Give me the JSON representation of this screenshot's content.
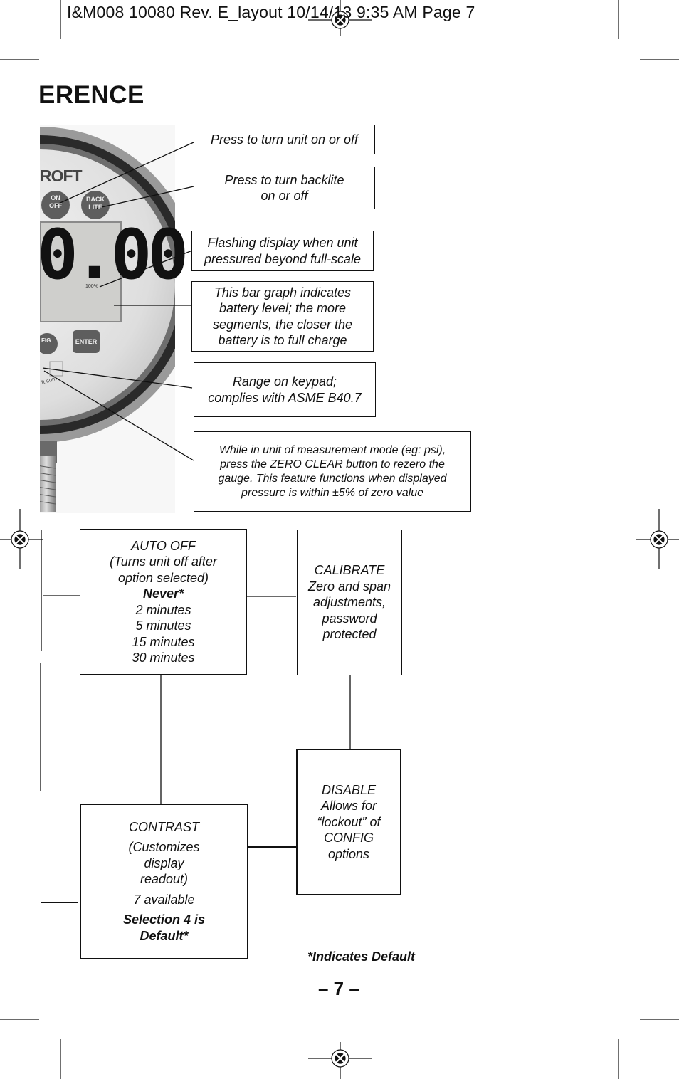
{
  "slug": "I&M008 10080 Rev. E_layout  10/14/13  9:35 AM  Page 7",
  "title": "ERENCE",
  "gauge": {
    "brand": "ROFT",
    "onoff_label": "ON OFF",
    "backlite_label": "BACK LITE",
    "config_label": "FIG",
    "enter_label": "ENTER",
    "full_scale": "100%",
    "url_fragment": "ft.com",
    "digits": "0.00"
  },
  "callouts": {
    "onoff": "Press to turn unit on or off",
    "backlite": [
      "Press to turn backlite",
      "on or off"
    ],
    "flashing": [
      "Flashing display when unit",
      "pressured beyond full-scale"
    ],
    "bargraph": [
      "This bar graph indicates",
      "battery level; the more",
      "segments, the closer the",
      "battery is to full charge"
    ],
    "range": [
      "Range on keypad;",
      "complies with ASME B40.7"
    ],
    "zero": [
      "While in unit of measurement mode (eg: psi),",
      "press the ZERO CLEAR button to rezero the",
      "gauge. This feature functions when displayed",
      "pressure is within ±5% of zero value"
    ]
  },
  "flow": {
    "auto_off": {
      "title": "AUTO OFF",
      "desc": [
        "(Turns unit off after",
        "option selected)"
      ],
      "default": "Never*",
      "options": [
        "2 minutes",
        "5 minutes",
        "15 minutes",
        "30 minutes"
      ]
    },
    "calibrate": {
      "title": "CALIBRATE",
      "desc": [
        "Zero and span",
        "adjustments,",
        "password",
        "protected"
      ]
    },
    "disable": {
      "title": "DISABLE",
      "desc": [
        "Allows for",
        "“lockout” of",
        "CONFIG",
        "options"
      ]
    },
    "contrast": {
      "title": "CONTRAST",
      "desc": [
        "(Customizes",
        "display",
        "readout)"
      ],
      "available": "7 available",
      "default": [
        "Selection 4 is",
        "Default*"
      ]
    }
  },
  "footnote": "*Indicates Default",
  "page_number": "– 7 –"
}
